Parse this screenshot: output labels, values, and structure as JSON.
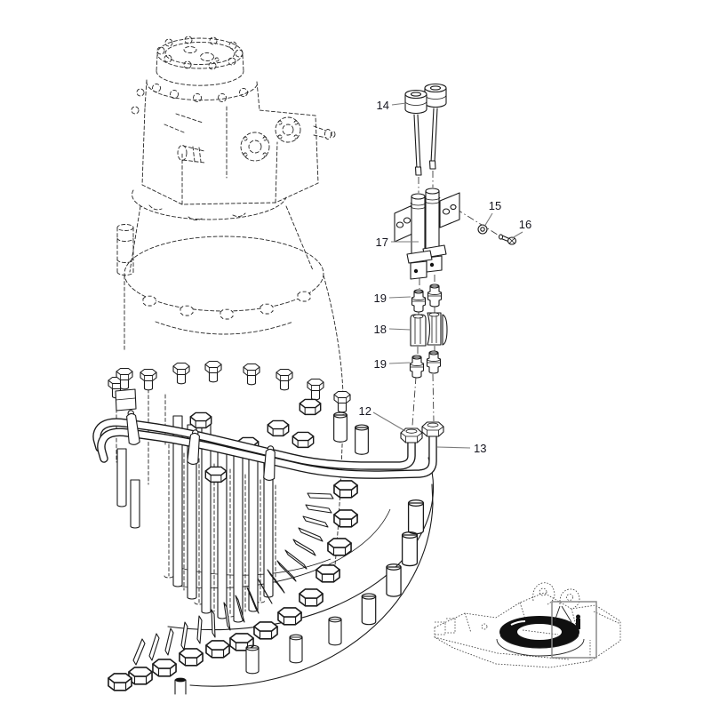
{
  "figure": {
    "type": "exploded-parts-diagram",
    "subject": "swing-motor-pipe-and-valve-group-on-slewing-ring",
    "background_color": "#ffffff",
    "line_color": "#1a1a1a",
    "leader_color": "#7a7a7a",
    "label_color": "#15151f",
    "locator_box_color": "#8a8a8a"
  },
  "callouts": [
    {
      "part": "14"
    },
    {
      "part": "15"
    },
    {
      "part": "16"
    },
    {
      "part": "17"
    },
    {
      "part": "19"
    },
    {
      "part": "18"
    },
    {
      "part": "19"
    },
    {
      "part": "12"
    },
    {
      "part": "13"
    }
  ]
}
